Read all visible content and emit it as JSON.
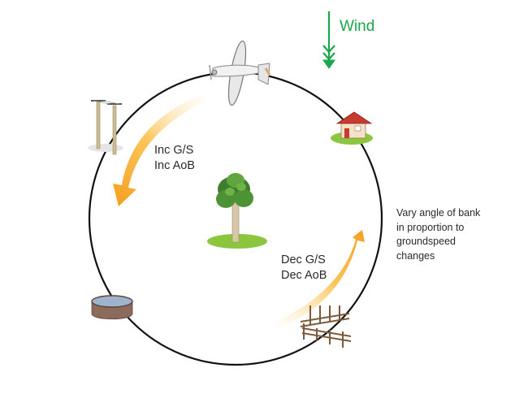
{
  "wind": {
    "label": "Wind",
    "color": "#1aa64a"
  },
  "increasing": {
    "line1": "Inc G/S",
    "line2": "Inc AoB"
  },
  "decreasing": {
    "line1": "Dec G/S",
    "line2": "Dec AoB"
  },
  "note": {
    "line1": "Vary angle of bank",
    "line2": "in proportion to",
    "line3": "groundspeed",
    "line4": "changes"
  },
  "colors": {
    "arrow": "#f5a623",
    "circle": "#111111",
    "grass": "#8cc63f"
  }
}
